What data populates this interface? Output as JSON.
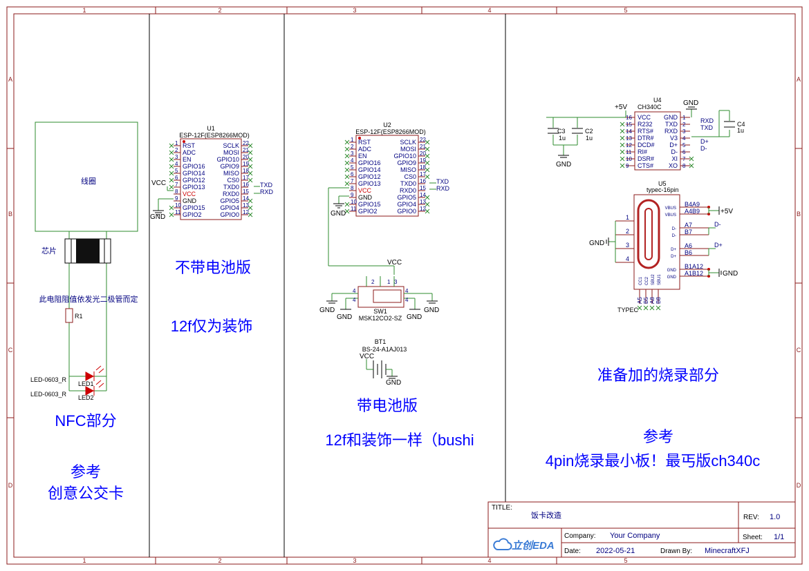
{
  "frame": {
    "cols": [
      "1",
      "2",
      "3",
      "4",
      "5"
    ],
    "rows": [
      "A",
      "B",
      "C",
      "D"
    ]
  },
  "notes": {
    "nfc_coil": "线圈",
    "nfc_chip": "芯片",
    "resistor_note": "此电阻阻值依发光二极管而定",
    "nfc_title": "NFC部分",
    "nfc_ref1": "参考",
    "nfc_ref2": "创意公交卡",
    "nobat_title": "不带电池版",
    "nobat_sub": "12f仅为装饰",
    "bat_title": "带电池版",
    "bat_sub": "12f和装饰一样（bushi",
    "prog_title": "准备加的烧录部分",
    "prog_ref1": "参考",
    "prog_ref2": "4pin烧录最小板！最丐版ch340c"
  },
  "esp": {
    "u1_ref": "U1",
    "u2_ref": "U2",
    "part": "ESP-12F(ESP8266MOD)",
    "left_pins": [
      {
        "num": "1",
        "name": "RST"
      },
      {
        "num": "2",
        "name": "ADC"
      },
      {
        "num": "3",
        "name": "EN"
      },
      {
        "num": "4",
        "name": "GPIO16"
      },
      {
        "num": "5",
        "name": "GPIO14"
      },
      {
        "num": "6",
        "name": "GPIO12"
      },
      {
        "num": "7",
        "name": "GPIO13"
      },
      {
        "num": "8",
        "name": "VCC"
      },
      {
        "num": "9",
        "name": "GND"
      },
      {
        "num": "10",
        "name": "GPIO15"
      },
      {
        "num": "11",
        "name": "GPIO2"
      }
    ],
    "right_pins": [
      {
        "num": "22",
        "name": "SCLK"
      },
      {
        "num": "21",
        "name": "MOSI"
      },
      {
        "num": "20",
        "name": "GPIO10"
      },
      {
        "num": "19",
        "name": "GPIO9"
      },
      {
        "num": "18",
        "name": "MISO"
      },
      {
        "num": "17",
        "name": "CS0"
      },
      {
        "num": "16",
        "name": "TXD0"
      },
      {
        "num": "15",
        "name": "RXD0"
      },
      {
        "num": "14",
        "name": "GPIO5"
      },
      {
        "num": "13",
        "name": "GPIO4"
      },
      {
        "num": "12",
        "name": "GPIO0"
      }
    ],
    "net_txd": "TXD",
    "net_rxd": "RXD"
  },
  "nets": {
    "vcc": "VCC",
    "gnd": "GND",
    "p5v": "+5V",
    "txd": "TXD",
    "rxd": "RXD",
    "dplus": "D+",
    "dminus": "D-"
  },
  "parts": {
    "r1": "R1",
    "led1": "LED1",
    "led2": "LED2",
    "led_pkg1": "LED-0603_R",
    "led_pkg2": "LED-0603_R",
    "sw1": "SW1",
    "sw1_part": "MSK12CO2-SZ",
    "bt1": "BT1",
    "bt1_part": "BS-24-A1AJ013",
    "c1": "C3",
    "c1_val": "1u",
    "c2": "C2",
    "c2_val": "1u",
    "c4": "C4",
    "c4_val": "1u",
    "u4": "U4",
    "u4_part": "CH340C",
    "u5": "U5",
    "u5_part": "typec-16pin",
    "u5_foot": "TYPEC"
  },
  "ch340": {
    "left_pins": [
      {
        "num": "16",
        "name": "VCC"
      },
      {
        "num": "15",
        "name": "R232"
      },
      {
        "num": "14",
        "name": "RTS#"
      },
      {
        "num": "13",
        "name": "DTR#"
      },
      {
        "num": "12",
        "name": "DCD#"
      },
      {
        "num": "11",
        "name": "RI#"
      },
      {
        "num": "10",
        "name": "DSR#"
      },
      {
        "num": "9",
        "name": "CTS#"
      }
    ],
    "right_pins": [
      {
        "num": "1",
        "name": "GND"
      },
      {
        "num": "2",
        "name": "TXD"
      },
      {
        "num": "3",
        "name": "RXD"
      },
      {
        "num": "4",
        "name": "V3"
      },
      {
        "num": "5",
        "name": "D+"
      },
      {
        "num": "6",
        "name": "D-"
      },
      {
        "num": "7",
        "name": "XI"
      },
      {
        "num": "8",
        "name": "XO"
      }
    ]
  },
  "typec": {
    "left_nums": [
      "1",
      "2",
      "3",
      "4"
    ],
    "right_labels": [
      "B4A9",
      "A4B9",
      "A7",
      "B7",
      "A6",
      "B6",
      "B1A12",
      "A1B12"
    ],
    "inner_right": [
      "VBUS",
      "VBUS",
      "D-",
      "D-",
      "D+",
      "D+",
      "GND",
      "GND"
    ],
    "bottom_nums": [
      "A5",
      "B5",
      "A8",
      "B8"
    ],
    "bottom_inner": [
      "CC1",
      "CC2",
      "SBU2",
      "SBU1"
    ]
  },
  "title_block": {
    "title_label": "TITLE:",
    "title": "饭卡改造",
    "rev_label": "REV:",
    "rev": "1.0",
    "company_label": "Company:",
    "company": "Your Company",
    "sheet_label": "Sheet:",
    "sheet": "1/1",
    "date_label": "Date:",
    "date": "2022-05-21",
    "drawn_label": "Drawn By:",
    "drawn": "MinecraftXFJ",
    "logo": "立创EDA"
  }
}
